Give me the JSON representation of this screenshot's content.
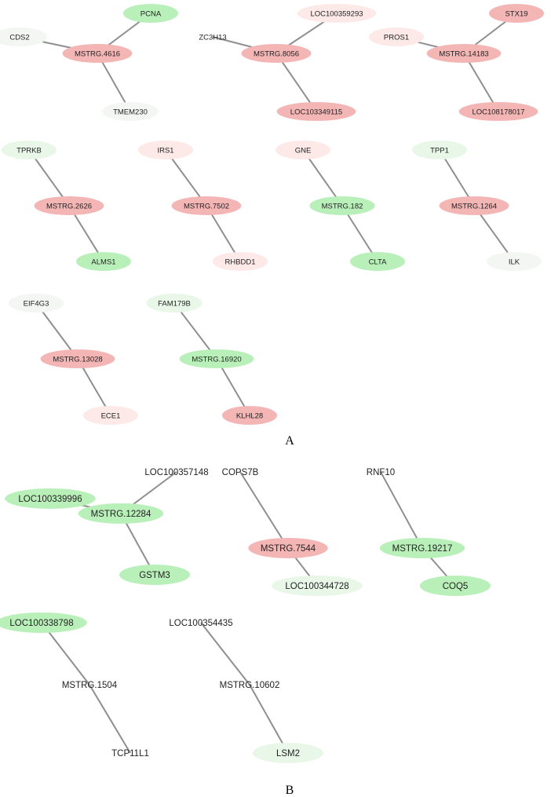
{
  "colors": {
    "background": "#ffffff",
    "edge": "#8f8f8f",
    "up_strong": "#f4b5b5",
    "up_light": "#fde9e8",
    "down_strong": "#b9f0b9",
    "down_light": "#e9f7e8",
    "neutral": "#f3f6f2"
  },
  "panels": [
    {
      "label": "A",
      "networks": [
        {
          "hub": "MSTRG.4616",
          "genes": [
            "PCNA",
            "CDS2",
            "TMEM230"
          ]
        },
        {
          "hub": "MSTRG.8056",
          "genes": [
            "LOC100359293",
            "ZC3H13",
            "LOC103349115"
          ]
        },
        {
          "hub": "MSTRG.14183",
          "genes": [
            "STX19",
            "PROS1",
            "LOC108178017"
          ]
        },
        {
          "hub": "MSTRG.2626",
          "genes": [
            "TPRKB",
            "ALMS1"
          ]
        },
        {
          "hub": "MSTRG.7502",
          "genes": [
            "IRS1",
            "RHBDD1"
          ]
        },
        {
          "hub": "MSTRG.182",
          "genes": [
            "GNE",
            "CLTA"
          ]
        },
        {
          "hub": "MSTRG.1264",
          "genes": [
            "TPP1",
            "ILK"
          ]
        },
        {
          "hub": "MSTRG.13028",
          "genes": [
            "EIF4G3",
            "ECE1"
          ]
        },
        {
          "hub": "MSTRG.16920",
          "genes": [
            "FAM179B",
            "KLHL28"
          ]
        }
      ]
    },
    {
      "label": "B",
      "networks": [
        {
          "hub": "MSTRG.12284",
          "genes": [
            "LOC100357148",
            "LOC100339996",
            "GSTM3"
          ]
        },
        {
          "hub": "MSTRG.7544",
          "genes": [
            "COPS7B",
            "LOC100344728"
          ]
        },
        {
          "hub": "MSTRG.19217",
          "genes": [
            "RNF10",
            "COQ5"
          ]
        },
        {
          "hub": "MSTRG.1504",
          "genes": [
            "LOC100338798",
            "TCP11L1"
          ]
        },
        {
          "hub": "MSTRG.10602",
          "genes": [
            "LOC100354435",
            "LSM2"
          ]
        }
      ]
    }
  ]
}
